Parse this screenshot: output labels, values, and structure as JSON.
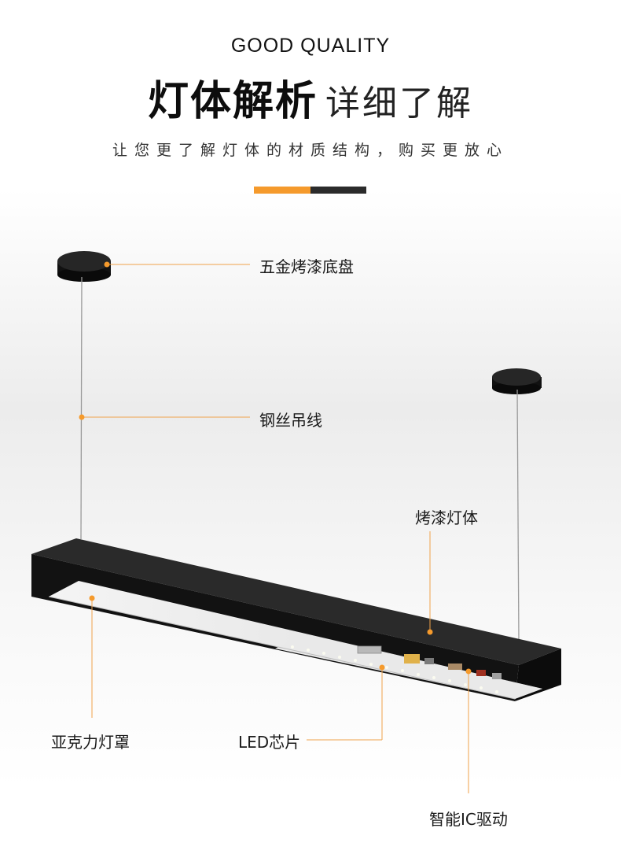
{
  "header": {
    "subtitle_en": "GOOD QUALITY",
    "title_main": "灯体解析",
    "title_sub": "详细了解",
    "tagline": "让您更了解灯体的材质结构，购买更放心"
  },
  "colors": {
    "accent": "#f59a2c",
    "dark": "#2b2b2b",
    "fixture": "#161616"
  },
  "callouts": {
    "canopy": "五金烤漆底盘",
    "wire": "钢丝吊线",
    "body": "烤漆灯体",
    "diffuser": "亚克力灯罩",
    "led": "LED芯片",
    "driver": "智能IC驱动"
  }
}
